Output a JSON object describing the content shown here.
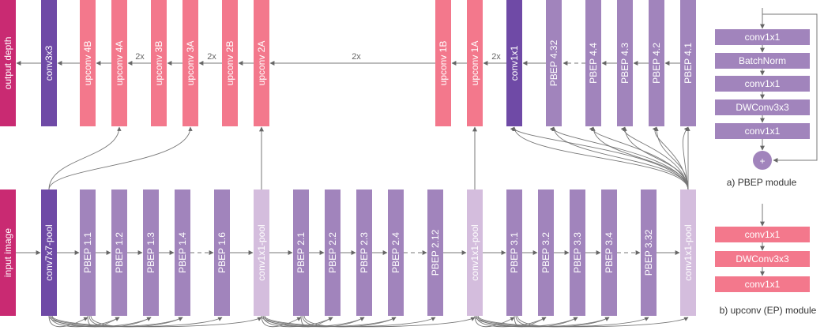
{
  "colors": {
    "magenta": "#c92a72",
    "dark_purple": "#6f4aa6",
    "pbep_purple": "#a184bc",
    "light_purple": "#d4bddd",
    "upconv_pink": "#f3788c",
    "arrow_gray": "#777777",
    "label_gray": "#666666"
  },
  "decoder": {
    "output_label": "output depth",
    "final_conv": "conv3x3",
    "upconvs": [
      "upconv 4B",
      "upconv 4A",
      "upconv 3B",
      "upconv 3A",
      "upconv 2B",
      "upconv 2A",
      "upconv 1B",
      "upconv 1A"
    ],
    "bottleneck_conv": "conv1x1",
    "pbep4": [
      "PBEP 4.32",
      "PBEP 4.4",
      "PBEP 4.3",
      "PBEP 4.2",
      "PBEP 4.1"
    ],
    "scale_labels": [
      "2x",
      "2x",
      "2x",
      "2x"
    ]
  },
  "encoder": {
    "input_label": "input image",
    "stem": "conv7x7-pool",
    "stage1": [
      "PBEP 1.1",
      "PBEP 1.2",
      "PBEP 1.3",
      "PBEP 1.4",
      "PBEP 1.6"
    ],
    "pool1": "conv1x1-pool",
    "stage2": [
      "PBEP 2.1",
      "PBEP 2.2",
      "PBEP 2.3",
      "PBEP 2.4",
      "PBEP 2.12"
    ],
    "pool2": "conv1x1-pool",
    "stage3": [
      "PBEP 3.1",
      "PBEP 3.2",
      "PBEP 3.3",
      "PBEP 3.4",
      "PBEP 3.32"
    ],
    "pool3": "conv1x1-pool"
  },
  "pbep_module": {
    "layers": [
      "conv1x1",
      "BatchNorm",
      "conv1x1",
      "DWConv3x3",
      "conv1x1"
    ],
    "add_symbol": "+",
    "caption": "a) PBEP module"
  },
  "upconv_module": {
    "layers": [
      "conv1x1",
      "DWConv3x3",
      "conv1x1"
    ],
    "caption": "b) upconv (EP) module"
  }
}
